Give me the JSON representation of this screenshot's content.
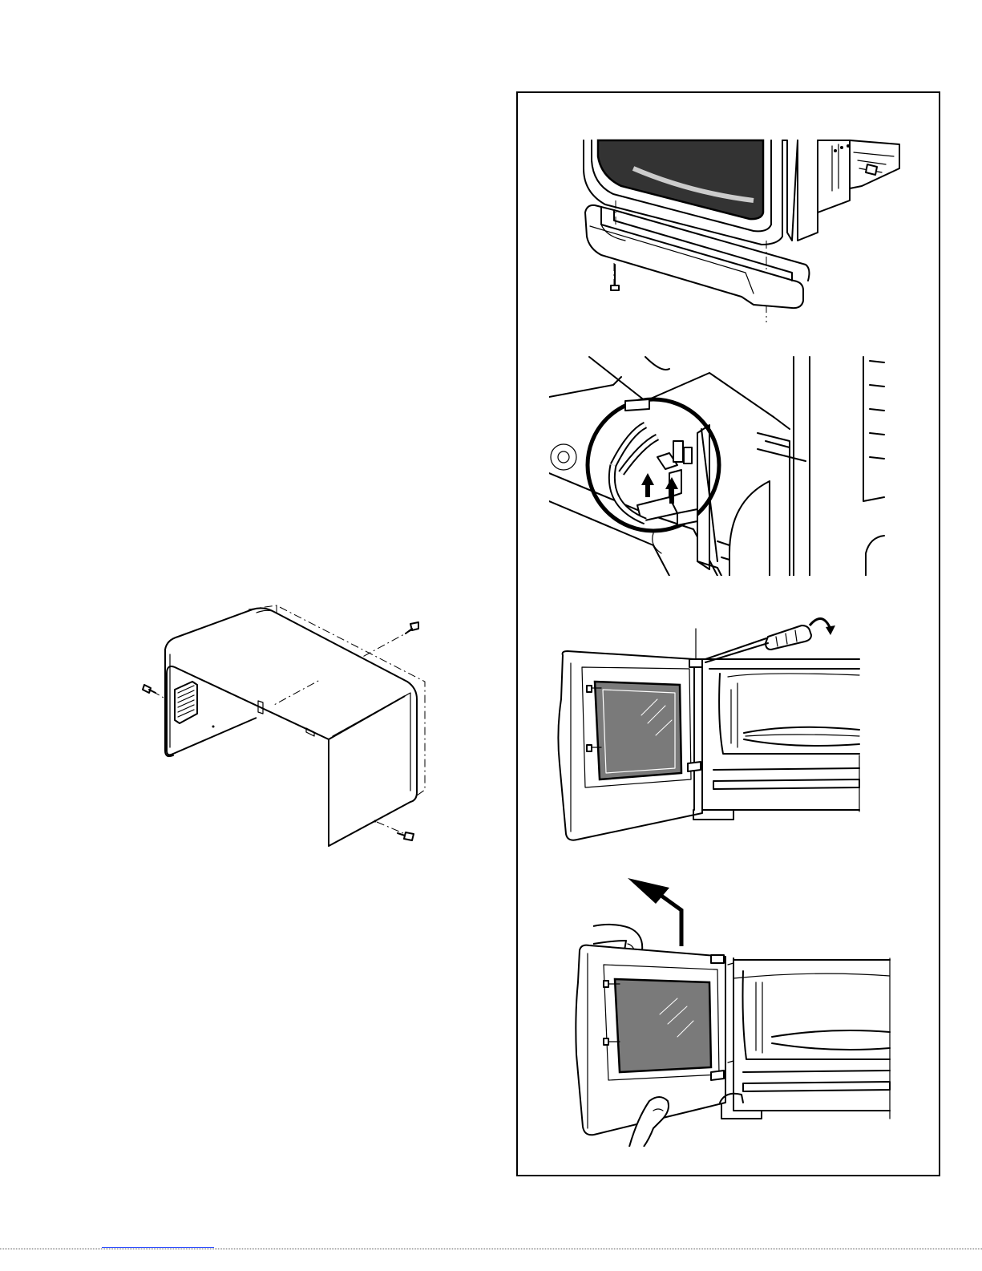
{
  "page": {
    "left_figure": {
      "label": "outer-cabinet-cover-removal"
    },
    "right_panel": {
      "figures": [
        {
          "id": "base-front-panel-removal"
        },
        {
          "id": "wire-connector-detach"
        },
        {
          "id": "door-pry-with-screwdriver"
        },
        {
          "id": "door-lift-off"
        }
      ]
    },
    "colors": {
      "line": "#000000",
      "glass": "#7a7a7a",
      "background": "#ffffff",
      "link_rule": "#1a3cff"
    },
    "icons": [
      "screw-icon",
      "screwdriver-icon",
      "rotate-arrow-icon",
      "lift-arrow-icon",
      "up-arrow-icon",
      "hand-icon"
    ]
  }
}
